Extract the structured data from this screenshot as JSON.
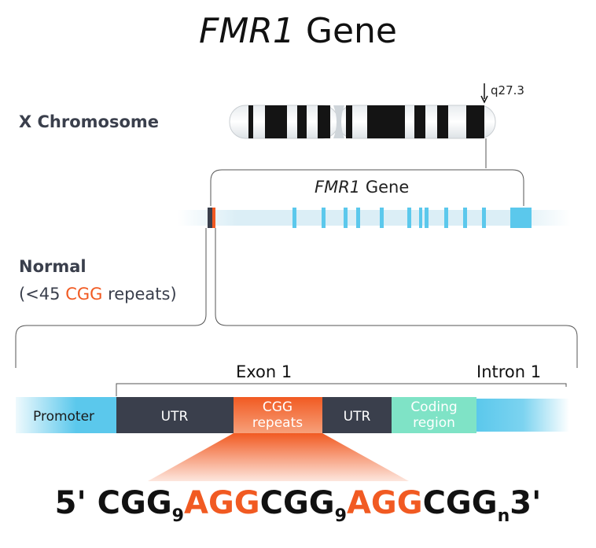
{
  "title": {
    "italic": "FMR1",
    "rest": "Gene"
  },
  "chromosome": {
    "label": "X Chromosome",
    "band": "q27.3"
  },
  "gene": {
    "italic": "FMR1",
    "rest": "Gene"
  },
  "normal": {
    "title": "Normal",
    "repeats_prefix": "(<45 ",
    "repeats_highlight": "CGG",
    "repeats_suffix": " repeats)"
  },
  "exon_bracket": {
    "exon": "Exon 1",
    "intron": "Intron 1"
  },
  "segments": {
    "promoter": "Promoter",
    "utr1": "UTR",
    "cgg_line1": "CGG",
    "cgg_line2": "repeats",
    "utr2": "UTR",
    "coding_line1": "Coding",
    "coding_line2": "region"
  },
  "sequence": {
    "start": "5' CGG",
    "n1": "9",
    "agg1": "AGG",
    "mid": "CGG",
    "n2": "9",
    "agg2": "AGG",
    "end": "CGG",
    "n3": "n",
    "tail": "3'"
  },
  "colors": {
    "accent_orange": "#f15a22",
    "gene_blue": "#5bc8ec",
    "utr_dark": "#3a3f4c",
    "coding_teal": "#7fe3c6",
    "band_black": "#141414"
  }
}
